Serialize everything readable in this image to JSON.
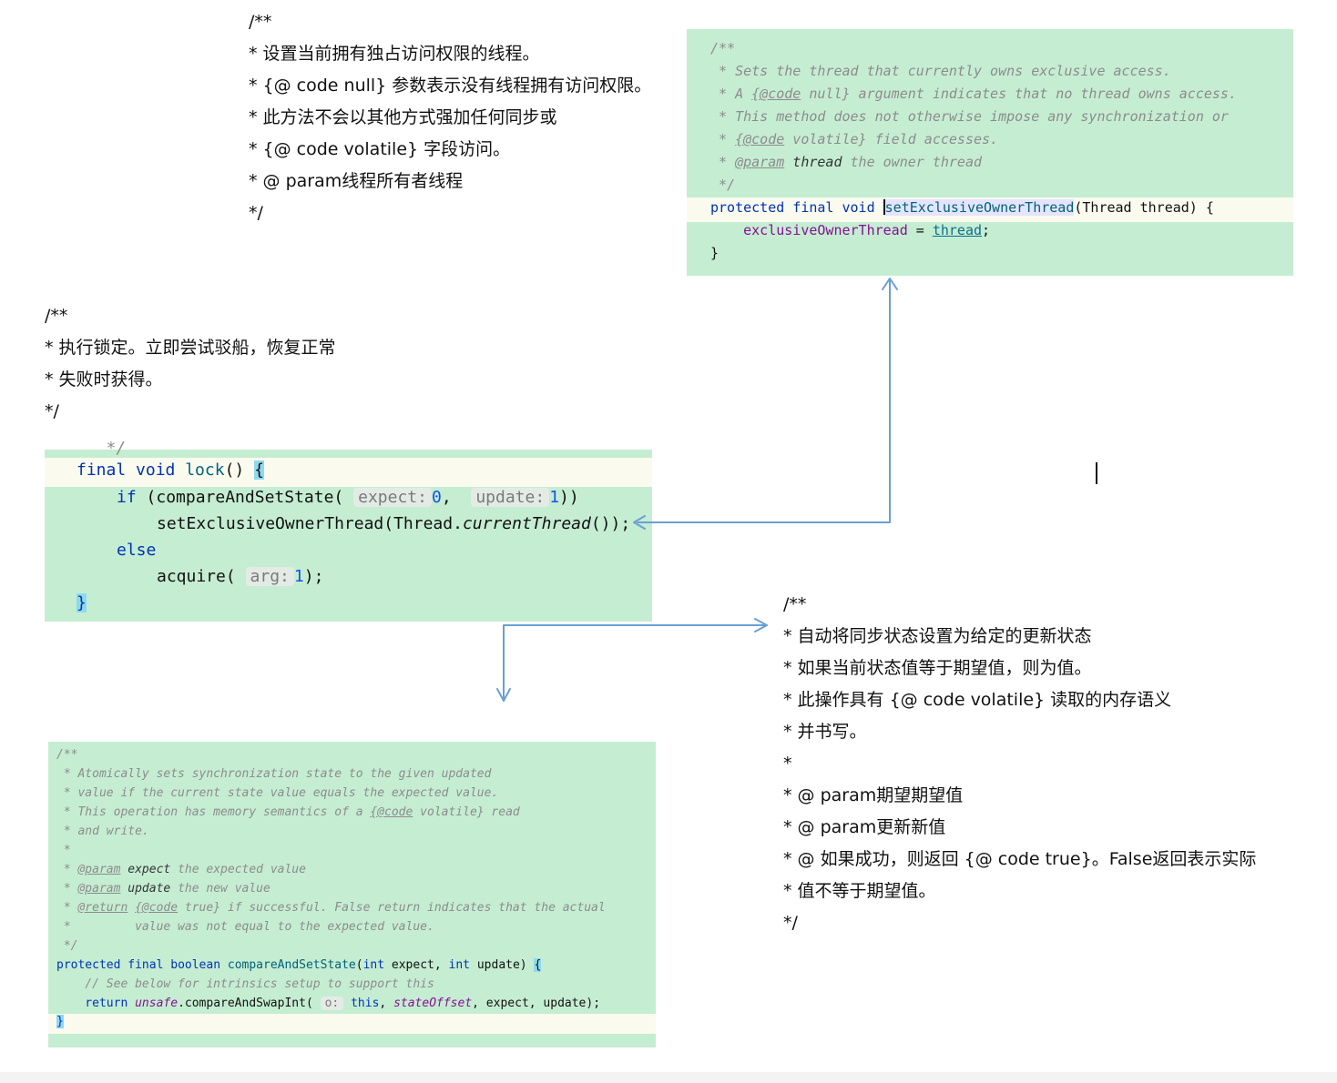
{
  "chinese_blocks": {
    "set_owner_translation": [
      "/**",
      "* 设置当前拥有独占访问权限的线程。",
      "* {@ code null} 参数表示没有线程拥有访问权限。",
      "* 此方法不会以其他方式强加任何同步或",
      "* {@ code volatile} 字段访问。",
      "* @ param线程所有者线程",
      "*/"
    ],
    "lock_translation": [
      "/**",
      "* 执行锁定。立即尝试驳船，恢复正常",
      "* 失败时获得。",
      "*/"
    ],
    "cas_translation": [
      "/**",
      "* 自动将同步状态设置为给定的更新状态",
      "* 如果当前状态值等于期望值，则为值。",
      "* 此操作具有 {@ code volatile} 读取的内存语义",
      "* 并书写。",
      "*",
      "* @ param期望期望值",
      "* @ param更新新值",
      "* @ 如果成功，则返回 {@ code true}。False返回表示实际",
      "* 值不等于期望值。",
      "*/"
    ]
  },
  "code": {
    "set_owner": {
      "c0": "/**",
      "c1": " * Sets the thread that currently owns exclusive access.",
      "c2a": " * A ",
      "c2tag": "{@code",
      "c2b": " null} argument indicates that no thread owns access.",
      "c3": " * This method does not otherwise impose any synchronization or",
      "c4a": " * ",
      "c4tag": "{@code",
      "c4b": " volatile} field accesses.",
      "c5a": " * ",
      "c5tag": "@param",
      "c5p": " thread",
      "c5b": " the owner thread",
      "c6": " */",
      "s1": "protected",
      "s2": " final",
      "s3": " void ",
      "s4": "setExclusiveOwnerThread",
      "s5": "(Thread thread) {",
      "b1": "    exclusiveOwnerThread",
      "b2": " = ",
      "b3": "thread",
      "b4": ";",
      "end": "}"
    },
    "lock": {
      "top": "   */",
      "a1": "final",
      "a2": " void ",
      "a3": "lock",
      "a4": "() ",
      "a5": "{",
      "b1": "if",
      "b2": " (compareAndSetState( ",
      "b3": "expect:",
      "b4": "0",
      "b5": ",  ",
      "b6": "update:",
      "b7": "1",
      "b8": "))",
      "c1": "setExclusiveOwnerThread(Thread.",
      "c2": "currentThread",
      "c3": "());",
      "d1": "else",
      "e1": "acquire( ",
      "e2": "arg:",
      "e3": "1",
      "e4": ");",
      "f1": "}"
    },
    "cas": {
      "c0": "/**",
      "c1": " * Atomically sets synchronization state to the given updated",
      "c2": " * value if the current state value equals the expected value.",
      "c3a": " * This operation has memory semantics of a ",
      "c3tag": "{@code",
      "c3b": " volatile} read",
      "c4": " * and write.",
      "c5": " *",
      "c6a": " * ",
      "c6tag": "@param",
      "c6p": " expect",
      "c6b": " the expected value",
      "c7a": " * ",
      "c7tag": "@param",
      "c7p": " update",
      "c7b": " the new value",
      "c8a": " * ",
      "c8tag": "@return",
      "c8tag2": "{@code",
      "c8b": " true} if successful. False return indicates that the actual",
      "c9": " *         value was not equal to the expected value.",
      "c10": " */",
      "s1": "protected",
      "s2": " final",
      "s3": " boolean ",
      "s4": "compareAndSetState",
      "s5": "(",
      "s6": "int",
      "s7": " expect, ",
      "s8": "int",
      "s9": " update) ",
      "s10": "{",
      "m1": "    // See below for intrinsics setup to support this",
      "r1": "    return ",
      "r2": "unsafe",
      "r3": ".compareAndSwapInt( ",
      "r4": "o:",
      "r5": " this",
      "r6": ", ",
      "r7": "stateOffset",
      "r8": ", expect, update);",
      "end": "}"
    }
  },
  "colors": {
    "panel_bg": "#c5edd2",
    "highlight_line": "#fafaef",
    "arrow": "#6a9fd4",
    "keyword": "#0033b3",
    "method": "#00627a",
    "field": "#871094",
    "number": "#1750eb",
    "comment": "#8c8c8c"
  }
}
